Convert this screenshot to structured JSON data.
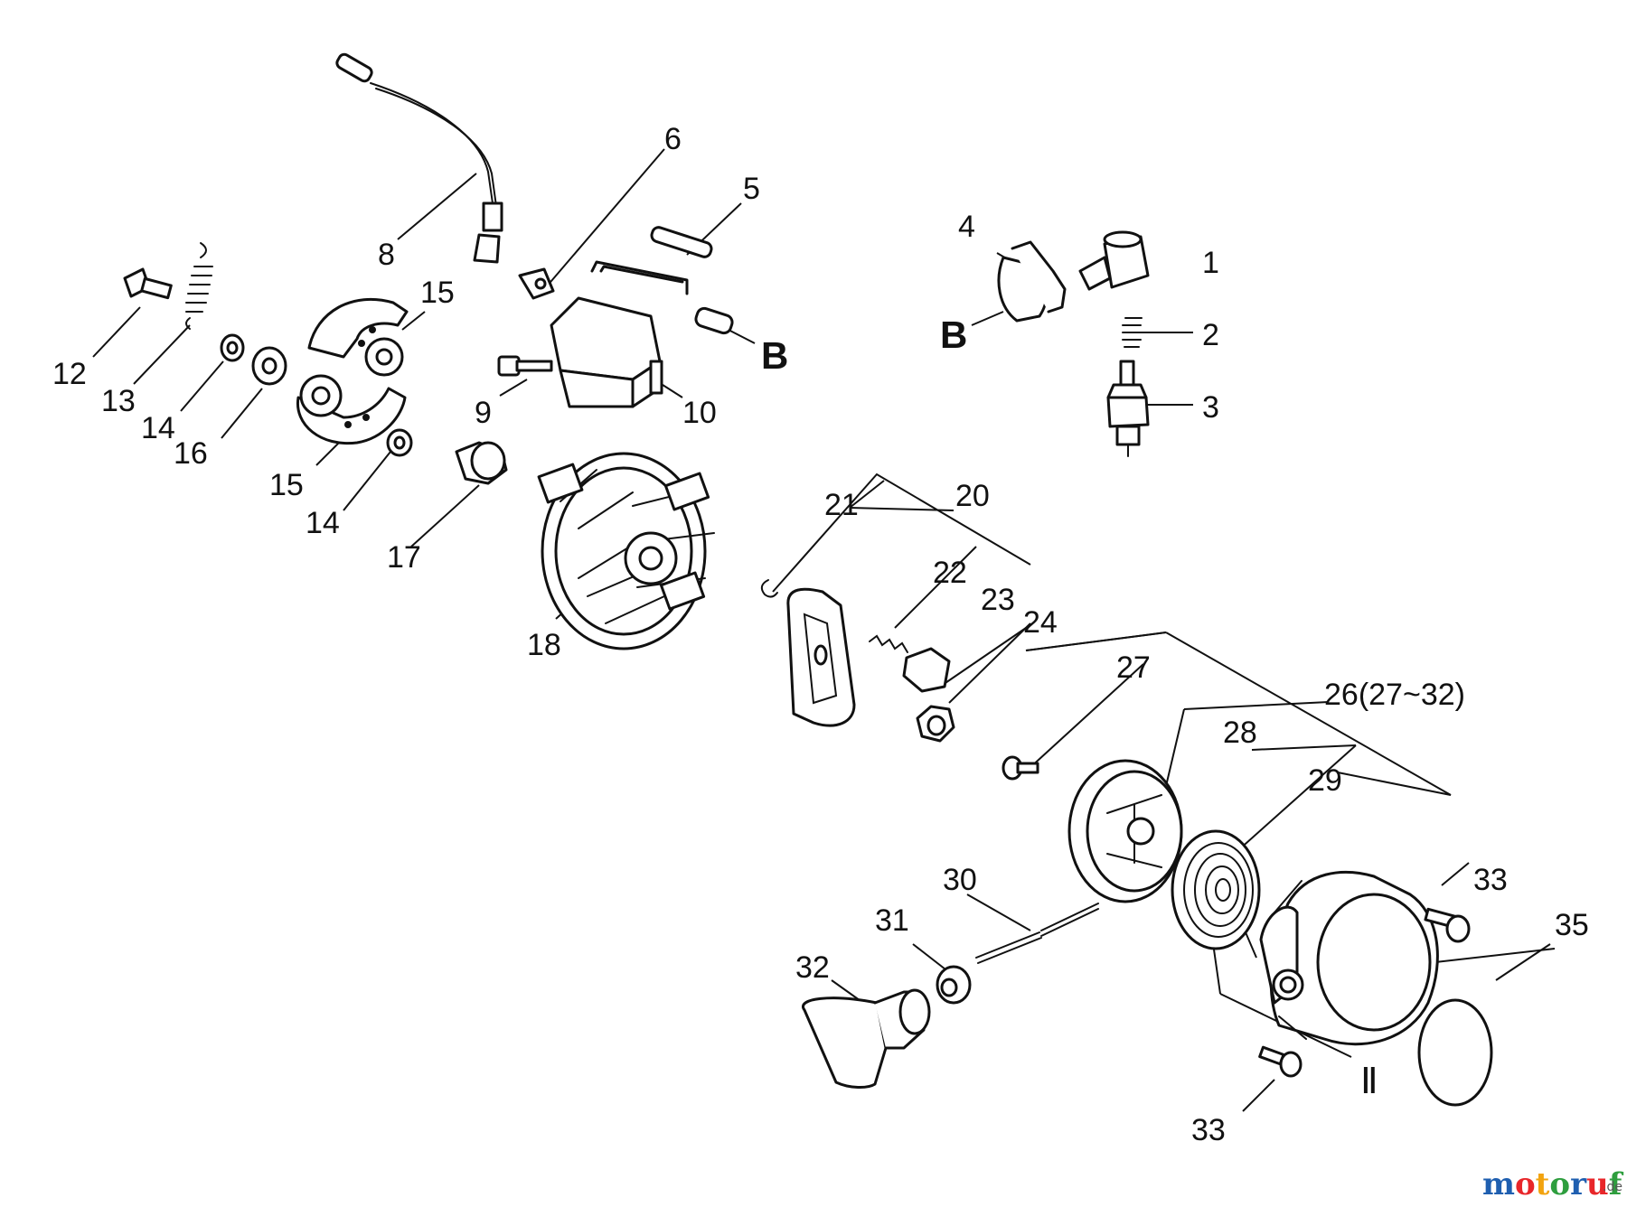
{
  "callouts": {
    "n1": "1",
    "n2": "2",
    "n3": "3",
    "n4": "4",
    "n5": "5",
    "n6": "6",
    "n8": "8",
    "n9": "9",
    "n10": "10",
    "n12": "12",
    "n13": "13",
    "n14a": "14",
    "n14b": "14",
    "n15a": "15",
    "n15b": "15",
    "n16": "16",
    "n17": "17",
    "n18": "18",
    "n20": "20",
    "n21": "21",
    "n22": "22",
    "n23": "23",
    "n24": "24",
    "n26": "26(27~32)",
    "n27": "27",
    "n28": "28",
    "n29": "29",
    "n30": "30",
    "n31": "31",
    "n32": "32",
    "n33a": "33",
    "n33b": "33",
    "n35": "35",
    "refB1": "B",
    "refB2": "B",
    "refII": "Ⅱ"
  },
  "watermark": {
    "letters": [
      "m",
      "o",
      "t",
      "o",
      "r",
      "u",
      "f"
    ],
    "colors": [
      "#1f5fb0",
      "#e8262a",
      "#f2a30f",
      "#2e9e3e",
      "#1f5fb0",
      "#e8262a",
      "#2e9e3e"
    ],
    "suffix": ".de"
  }
}
